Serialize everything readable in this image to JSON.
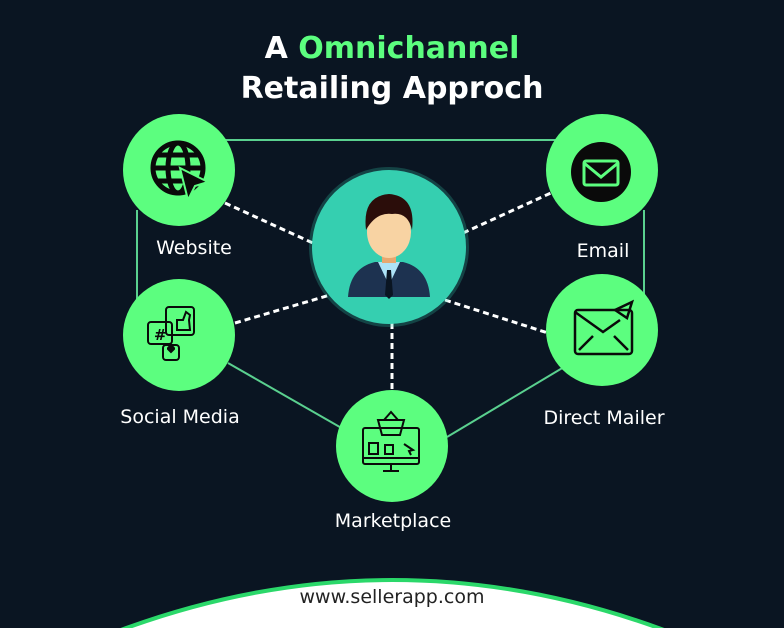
{
  "title": {
    "prefix": "A",
    "highlight": "Omnichannel",
    "line2": "Retailing Approch"
  },
  "channels": {
    "website": "Website",
    "email": "Email",
    "social_media": "Social Media",
    "direct_mailer": "Direct Mailer",
    "marketplace": "Marketplace"
  },
  "footer": {
    "url": "www.sellerapp.com"
  },
  "colors": {
    "background": "#0a1522",
    "green": "#5cfe7f",
    "teal": "#35cfb0",
    "line": "#5ad08f"
  }
}
